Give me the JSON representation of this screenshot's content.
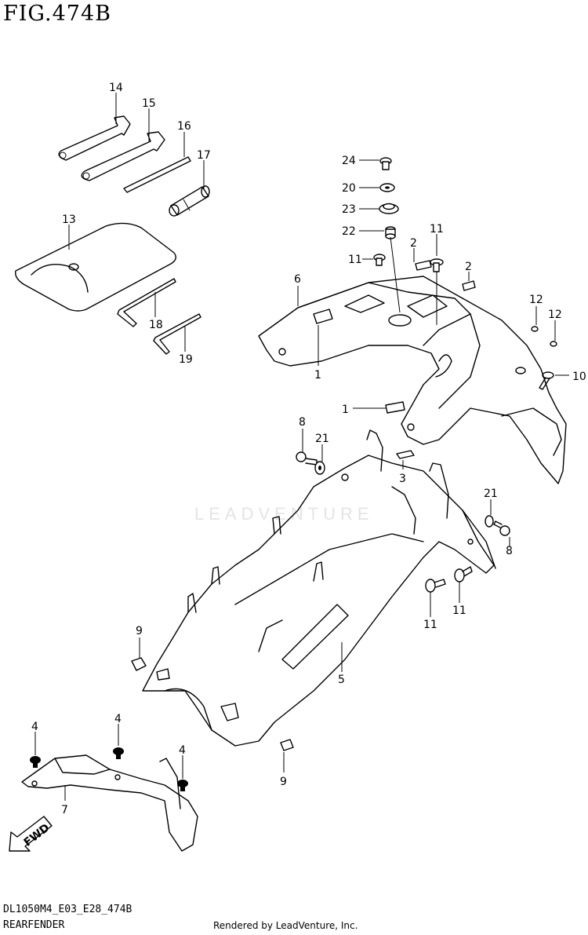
{
  "figure": {
    "title": "FIG.474B",
    "code": "DL1050M4_E03_E28_474B",
    "name": "REARFENDER",
    "rendered_by": "Rendered by LeadVenture, Inc.",
    "watermark": "LEADVENTURE",
    "fwd_label": "FWD"
  },
  "callouts": [
    {
      "id": "c14",
      "label": "14"
    },
    {
      "id": "c15",
      "label": "15"
    },
    {
      "id": "c16",
      "label": "16"
    },
    {
      "id": "c17",
      "label": "17"
    },
    {
      "id": "c13",
      "label": "13"
    },
    {
      "id": "c18",
      "label": "18"
    },
    {
      "id": "c19",
      "label": "19"
    },
    {
      "id": "c24",
      "label": "24"
    },
    {
      "id": "c20",
      "label": "20"
    },
    {
      "id": "c23",
      "label": "23"
    },
    {
      "id": "c22",
      "label": "22"
    },
    {
      "id": "c11a",
      "label": "11"
    },
    {
      "id": "c2a",
      "label": "2"
    },
    {
      "id": "c11b",
      "label": "11"
    },
    {
      "id": "c2b",
      "label": "2"
    },
    {
      "id": "c6",
      "label": "6"
    },
    {
      "id": "c12a",
      "label": "12"
    },
    {
      "id": "c12b",
      "label": "12"
    },
    {
      "id": "c10",
      "label": "10"
    },
    {
      "id": "c1a",
      "label": "1"
    },
    {
      "id": "c1b",
      "label": "1"
    },
    {
      "id": "c8a",
      "label": "8"
    },
    {
      "id": "c21a",
      "label": "21"
    },
    {
      "id": "c3",
      "label": "3"
    },
    {
      "id": "c21b",
      "label": "21"
    },
    {
      "id": "c8b",
      "label": "8"
    },
    {
      "id": "c11c",
      "label": "11"
    },
    {
      "id": "c11d",
      "label": "11"
    },
    {
      "id": "c9a",
      "label": "9"
    },
    {
      "id": "c5",
      "label": "5"
    },
    {
      "id": "c4a",
      "label": "4"
    },
    {
      "id": "c4b",
      "label": "4"
    },
    {
      "id": "c4c",
      "label": "4"
    },
    {
      "id": "c9b",
      "label": "9"
    },
    {
      "id": "c7",
      "label": "7"
    }
  ]
}
